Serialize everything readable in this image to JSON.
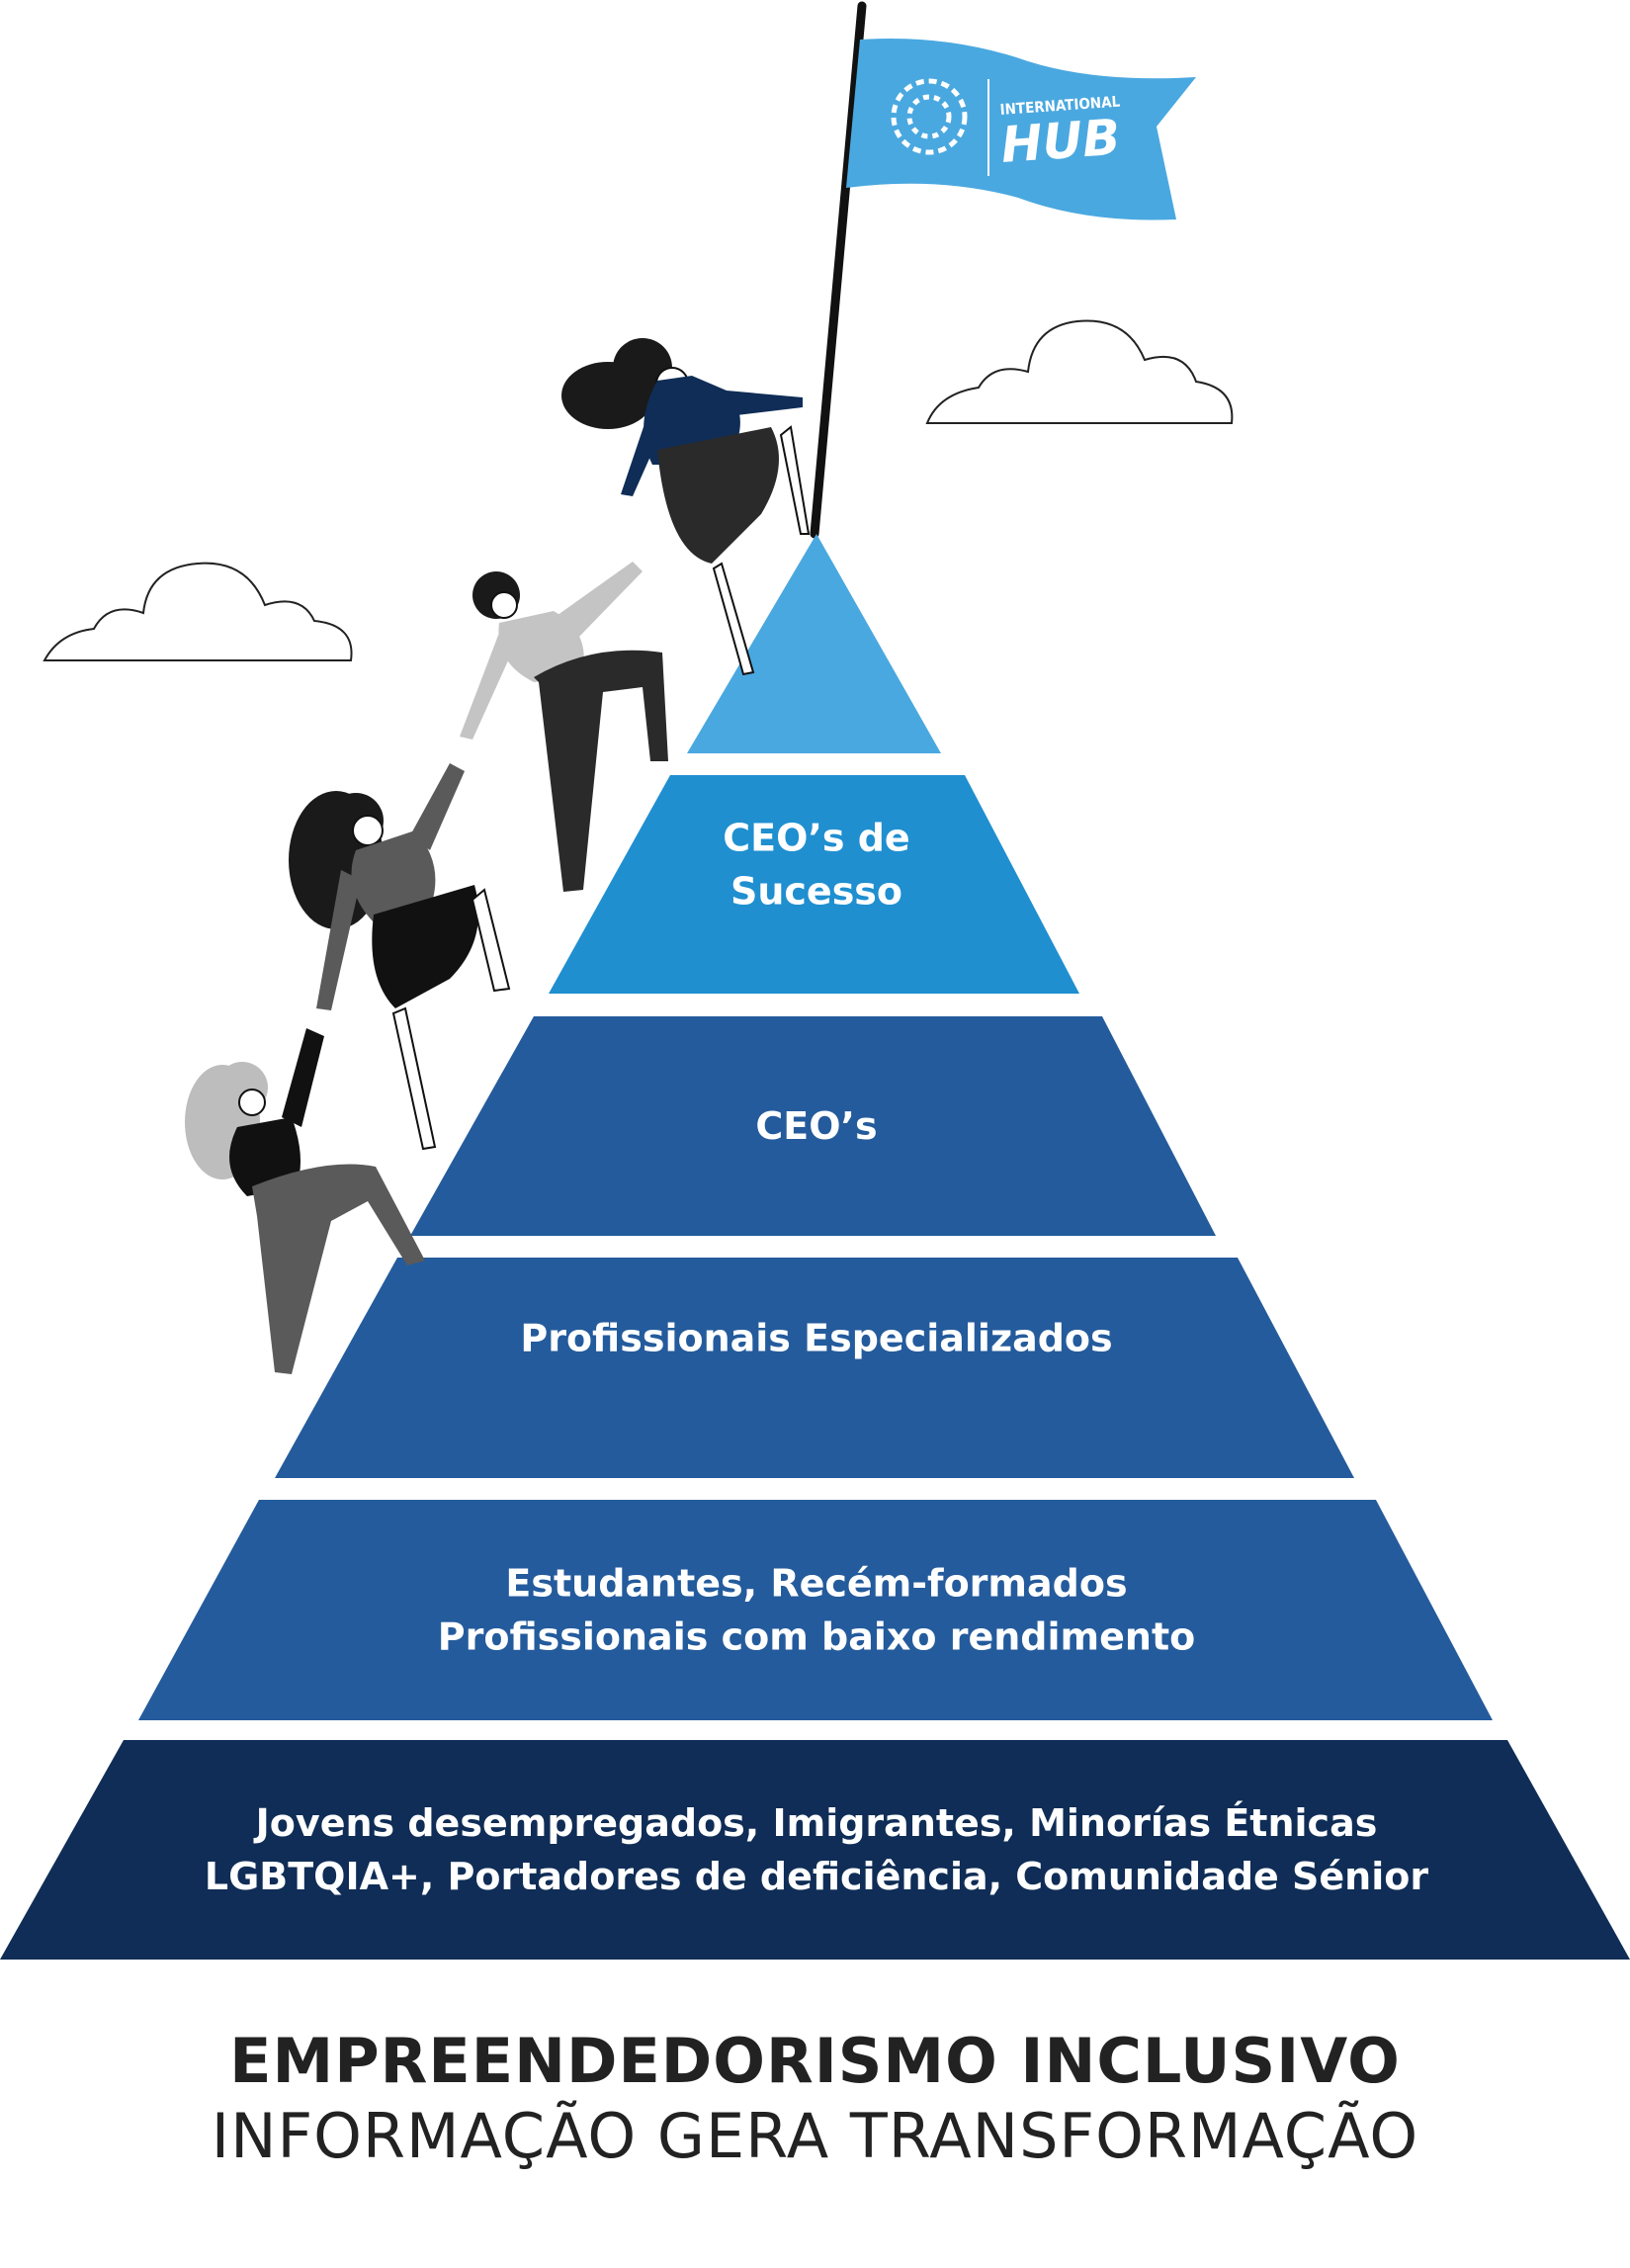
{
  "flag": {
    "logo_small": "INTERNATIONAL",
    "logo_big": "HUB",
    "color": "#4aa8e0"
  },
  "pyramid": {
    "layers": [
      {
        "lines": [],
        "color": "#4aa8e0"
      },
      {
        "lines": [
          "CEO’s de",
          "Sucesso"
        ],
        "color": "#1f8fd0"
      },
      {
        "lines": [
          "CEO’s"
        ],
        "color": "#245b9c"
      },
      {
        "lines": [
          "Profissionais Especializados"
        ],
        "color": "#245b9c"
      },
      {
        "lines": [
          "Estudantes, Recém-formados",
          "Profissionais com baixo rendimento"
        ],
        "color": "#245b9c"
      },
      {
        "lines": [
          "Jovens desempregados, Imigrantes, Minorías Étnicas",
          "LGBTQIA+, Portadores de deficiência, Comunidade Sénior"
        ],
        "color": "#0f2d56"
      }
    ]
  },
  "title": {
    "main": "EMPREENDEDORISMO INCLUSIVO",
    "sub": "INFORMAÇÃO GERA TRANSFORMAÇÃO"
  }
}
